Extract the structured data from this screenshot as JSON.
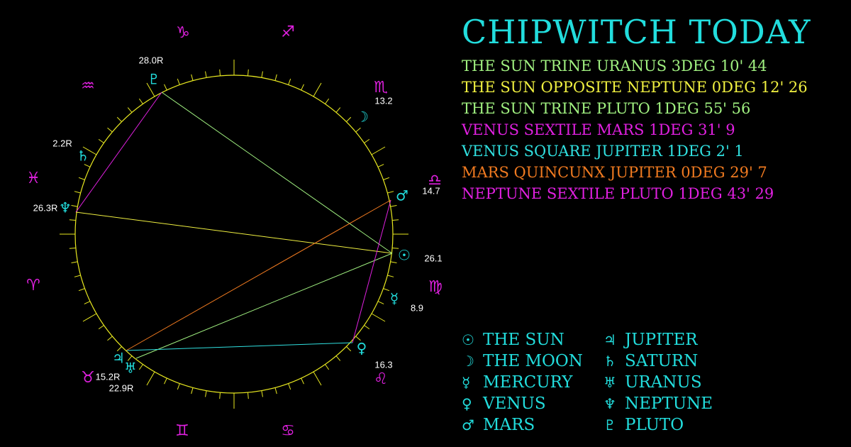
{
  "title": "CHIPWITCH TODAY",
  "colors": {
    "ring": "#e8e820",
    "sign": "#e020e0",
    "planet": "#22dddd",
    "label": "#ffffff",
    "green": "#a0f080",
    "yellow": "#f0f040",
    "magenta": "#e020e0",
    "cyan": "#30e0e0",
    "orange": "#f07a20"
  },
  "aspects": [
    {
      "text": "THE SUN TRINE URANUS 3DEG 10' 44",
      "color": "#a0f080"
    },
    {
      "text": "THE SUN OPPOSITE NEPTUNE 0DEG 12' 26",
      "color": "#f0f040"
    },
    {
      "text": "THE SUN TRINE PLUTO 1DEG 55' 56",
      "color": "#a0f080"
    },
    {
      "text": "VENUS SEXTILE MARS 1DEG 31' 9",
      "color": "#e020e0"
    },
    {
      "text": "VENUS SQUARE JUPITER 1DEG 2' 1",
      "color": "#30e0e0"
    },
    {
      "text": "MARS QUINCUNX JUPITER 0DEG 29' 7",
      "color": "#f07a20"
    },
    {
      "text": "NEPTUNE SEXTILE PLUTO 1DEG 43' 29",
      "color": "#e020e0"
    }
  ],
  "signs": [
    {
      "glyph": "♑",
      "name": "capricorn-icon"
    },
    {
      "glyph": "♐",
      "name": "sagittarius-icon"
    },
    {
      "glyph": "♏",
      "name": "scorpio-icon"
    },
    {
      "glyph": "♎",
      "name": "libra-icon"
    },
    {
      "glyph": "♍",
      "name": "virgo-icon"
    },
    {
      "glyph": "♌",
      "name": "leo-icon"
    },
    {
      "glyph": "♋",
      "name": "cancer-icon"
    },
    {
      "glyph": "♊",
      "name": "gemini-icon"
    },
    {
      "glyph": "♉",
      "name": "taurus-icon"
    },
    {
      "glyph": "♈",
      "name": "aries-icon"
    },
    {
      "glyph": "♓",
      "name": "pisces-icon"
    },
    {
      "glyph": "♒",
      "name": "aquarius-icon"
    }
  ],
  "planets": [
    {
      "key": "pluto",
      "glyph": "♇",
      "label": "28.0R"
    },
    {
      "key": "moon",
      "glyph": "☽",
      "label": "13.2"
    },
    {
      "key": "saturn",
      "glyph": "♄",
      "label": "2.2R"
    },
    {
      "key": "mars",
      "glyph": "♂",
      "label": "14.7"
    },
    {
      "key": "neptune",
      "glyph": "♆",
      "label": "26.3R"
    },
    {
      "key": "sun",
      "glyph": "☉",
      "label": "26.1"
    },
    {
      "key": "mercury",
      "glyph": "☿",
      "label": "8.9"
    },
    {
      "key": "venus",
      "glyph": "♀",
      "label": "16.3"
    },
    {
      "key": "jupiter",
      "glyph": "♃",
      "label": "15.2R"
    },
    {
      "key": "uranus",
      "glyph": "♅",
      "label": "22.9R"
    }
  ],
  "legend": [
    {
      "glyph": "☉",
      "name": "THE SUN"
    },
    {
      "glyph": "☽",
      "name": "THE MOON"
    },
    {
      "glyph": "☿",
      "name": "MERCURY"
    },
    {
      "glyph": "♀",
      "name": "VENUS"
    },
    {
      "glyph": "♂",
      "name": "MARS"
    },
    {
      "glyph": "♃",
      "name": "JUPITER"
    },
    {
      "glyph": "♄",
      "name": "SATURN"
    },
    {
      "glyph": "♅",
      "name": "URANUS"
    },
    {
      "glyph": "♆",
      "name": "NEPTUNE"
    },
    {
      "glyph": "♇",
      "name": "PLUTO"
    }
  ]
}
